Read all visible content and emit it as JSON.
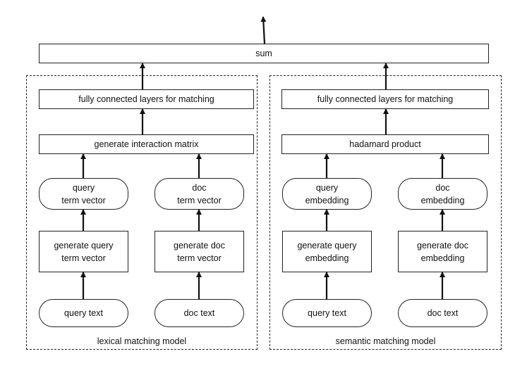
{
  "top": {
    "sum_label": "sum"
  },
  "lexical_model": {
    "caption": "lexical matching model",
    "fc_label": "fully connected layers for matching",
    "interaction_label": "generate interaction matrix",
    "query_vector_label": "query\nterm vector",
    "doc_vector_label": "doc\nterm vector",
    "gen_query_label": "generate query\nterm vector",
    "gen_doc_label": "generate doc\nterm vector",
    "query_text_label": "query text",
    "doc_text_label": "doc text"
  },
  "semantic_model": {
    "caption": "semantic matching model",
    "fc_label": "fully connected layers for matching",
    "hadamard_label": "hadamard product",
    "query_embedding_label": "query\nembedding",
    "doc_embedding_label": "doc\nembedding",
    "gen_query_label": "generate query\nembedding",
    "gen_doc_label": "generate doc\nembedding",
    "query_text_label": "query text",
    "doc_text_label": "doc text"
  },
  "colors": {
    "stroke": "#222222",
    "background": "#ffffff"
  }
}
